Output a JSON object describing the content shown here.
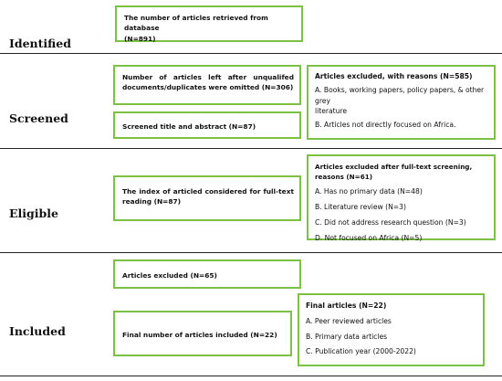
{
  "stages": {
    "identified": "Identified",
    "screened": "Screened",
    "eligible": "Eligible",
    "included": "Included"
  },
  "boxes": {
    "retrieved": {
      "line1": "The number of articles retrieved from database",
      "line2": "(N=891)"
    },
    "left_after": {
      "line1": "Number of articles left after unqualifed",
      "line2": "documents/duplicates were omitted (N=306)"
    },
    "screened_title": {
      "text": "Screened title and abstract (N=87)"
    },
    "excluded_reasons": {
      "title": "Articles excluded, with reasons (N=585)",
      "items": [
        "A. Books, working papers, policy papers, & other grey",
        "literature",
        "B. Articles not directly focused on Africa."
      ]
    },
    "fulltext_index": {
      "line1": "The index of articled considered for full-text",
      "line2": "reading (N=87)"
    },
    "excluded_fulltext": {
      "title": "Articles excluded after full-text screening, reasons (N=61)",
      "items": [
        "A. Has no primary data (N=48)",
        "B. Literature review (N=3)",
        "C. Did not address research question (N=3)",
        "D. Not focused on Africa (N=5)"
      ]
    },
    "articles_excluded": {
      "text": "Articles excluded (N=65)"
    },
    "final_included": {
      "text": "Final number of articles included (N=22)"
    },
    "final_articles": {
      "title": "Final articles (N=22)",
      "items": [
        "A. Peer reviewed articles",
        "B. Primary data articles",
        "C. Publication year (2000-2022)"
      ]
    }
  },
  "colors": {
    "box_border": "#7cc143",
    "rule": "#222222",
    "text": "#111111"
  }
}
